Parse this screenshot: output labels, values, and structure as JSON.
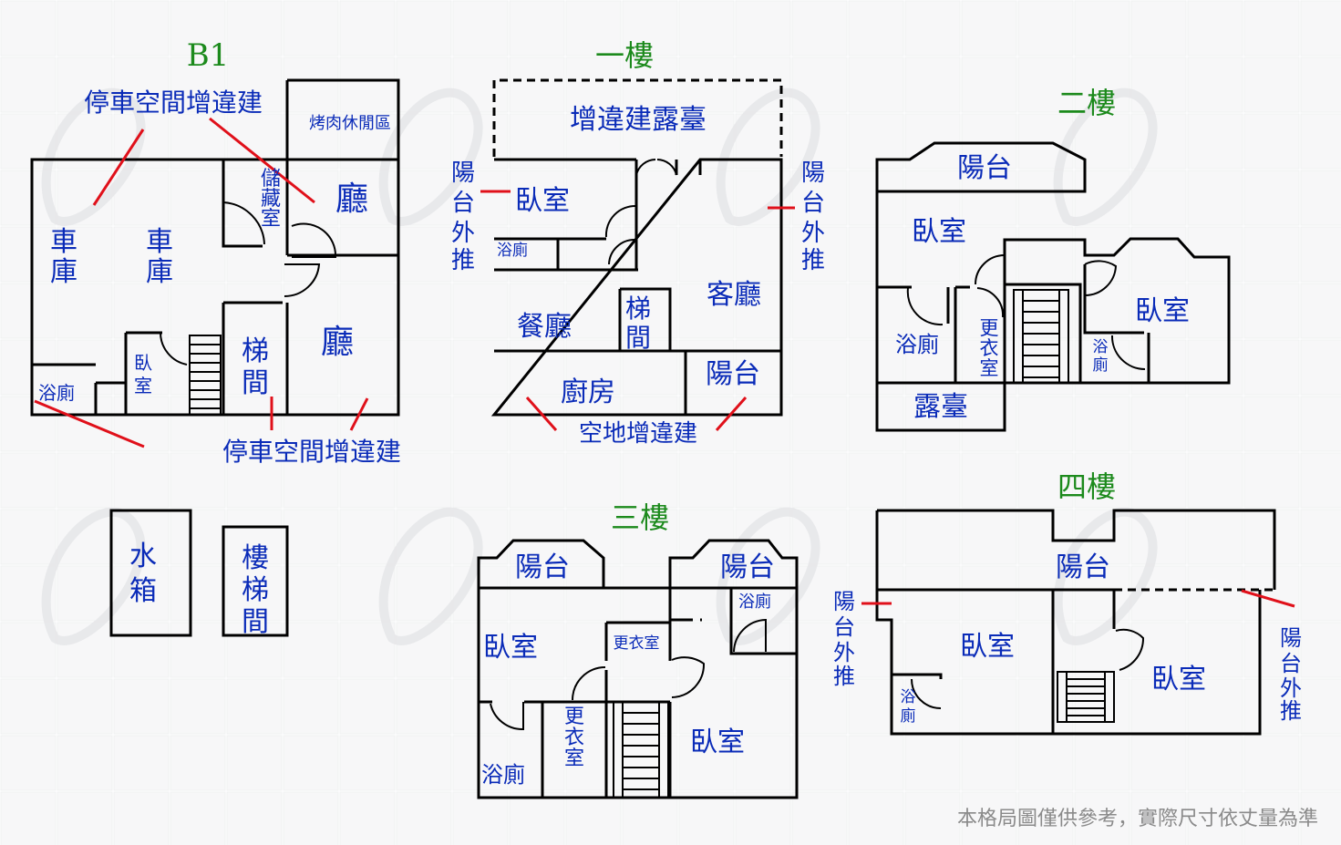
{
  "colors": {
    "walls": "#000000",
    "labels": "#0a2bb8",
    "floor_titles": "#1c8a1c",
    "annotation_lines": "#e0101a",
    "disclaimer": "#8a8a8a"
  },
  "b1": {
    "title": "B1",
    "illegal_parking_top": "停車空間增違建",
    "bbq": "烤肉休閒區",
    "hall_upper": "廳",
    "storage": [
      "儲",
      "藏",
      "室"
    ],
    "garage_a": [
      "車",
      "庫"
    ],
    "garage_b": [
      "車",
      "庫"
    ],
    "bedroom": [
      "臥",
      "室"
    ],
    "stair": [
      "梯",
      "間"
    ],
    "hall_lower": "廳",
    "bath": "浴廁",
    "illegal_parking_bottom": "停車空間增違建",
    "water_tank": [
      "水",
      "箱"
    ],
    "staircase": [
      "樓",
      "梯",
      "間"
    ]
  },
  "f1": {
    "title": "一樓",
    "terrace": "增違建露臺",
    "bedroom": "臥室",
    "balcony_left": [
      "陽",
      "台",
      "外",
      "推"
    ],
    "balcony_right": [
      "陽",
      "台",
      "外",
      "推"
    ],
    "bath": "浴廁",
    "living": "客廳",
    "stair": [
      "梯",
      "間"
    ],
    "dining": "餐廳",
    "kitchen": "廚房",
    "balcony": "陽台",
    "open_space": "空地增違建"
  },
  "f2": {
    "title": "二樓",
    "balcony": "陽台",
    "bedroom_left": "臥室",
    "bedroom_right": "臥室",
    "bath_left": "浴廁",
    "closet": [
      "更",
      "衣",
      "室"
    ],
    "bath_right": [
      "浴",
      "廁"
    ],
    "terrace": "露臺"
  },
  "f3": {
    "title": "三樓",
    "balcony_left": "陽台",
    "balcony_right": "陽台",
    "bedroom_left": "臥室",
    "closet_top": "更衣室",
    "bath_top": "浴廁",
    "closet_bottom": [
      "更",
      "衣",
      "室"
    ],
    "bedroom_right": "臥室",
    "bath_bottom": "浴廁"
  },
  "f4": {
    "title": "四樓",
    "balcony": "陽台",
    "balcony_left": [
      "陽",
      "台",
      "外",
      "推"
    ],
    "balcony_right": [
      "陽",
      "台",
      "外",
      "推"
    ],
    "bedroom_left": "臥室",
    "bedroom_right": "臥室",
    "bath": [
      "浴",
      "廁"
    ]
  },
  "disclaimer": "本格局圖僅供參考，實際尺寸依丈量為準"
}
